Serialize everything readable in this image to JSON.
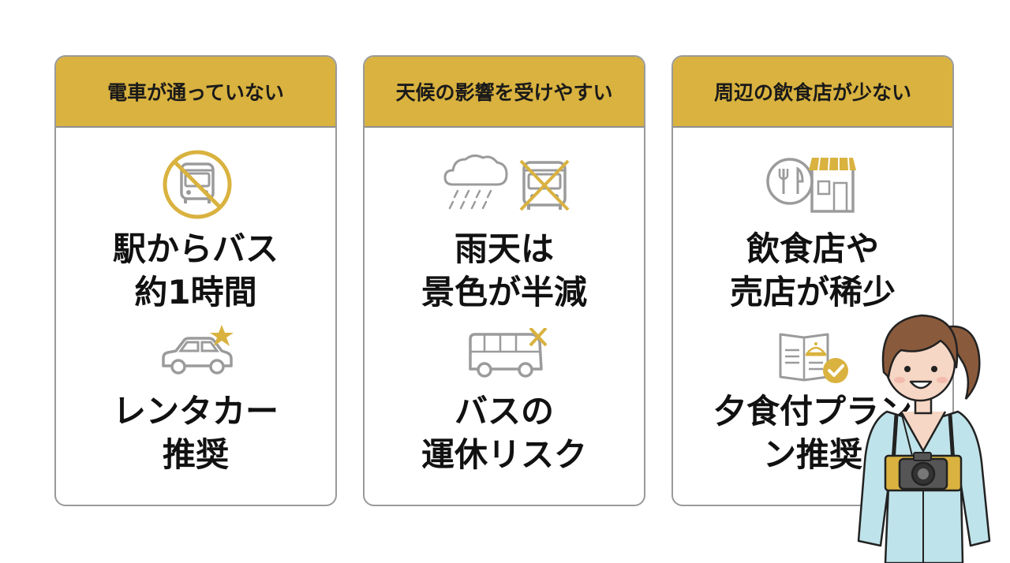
{
  "colors": {
    "accent": "#d9b23f",
    "border": "#9a9a9a",
    "icon_gray": "#9b9b9b",
    "kimono": "#bfe3ea",
    "hair": "#8a5a3c"
  },
  "cards": [
    {
      "header": "電車が通っていない",
      "icon_top": "no-bus-icon",
      "main_lines": [
        "駅からバス",
        "約1時間"
      ],
      "icon_bottom": "car-star-icon",
      "sub_lines": [
        "レンタカー",
        "推奨"
      ]
    },
    {
      "header": "天候の影響を受けやすい",
      "icon_top": "rain-cloud-cancelled-bus-icon",
      "main_lines": [
        "雨天は",
        "景色が半減"
      ],
      "icon_bottom": "bus-cross-icon",
      "sub_lines": [
        "バスの",
        "運休リスク"
      ]
    },
    {
      "header": "周辺の飲食店が少ない",
      "icon_top": "restaurant-shop-icon",
      "main_lines": [
        "飲食店や",
        "売店が稀少"
      ],
      "icon_bottom": "dinner-menu-check-icon",
      "sub_lines": [
        "夕食付プラン",
        "ン推奨"
      ]
    }
  ],
  "character": {
    "icon": "kimono-woman-with-camera-icon"
  }
}
